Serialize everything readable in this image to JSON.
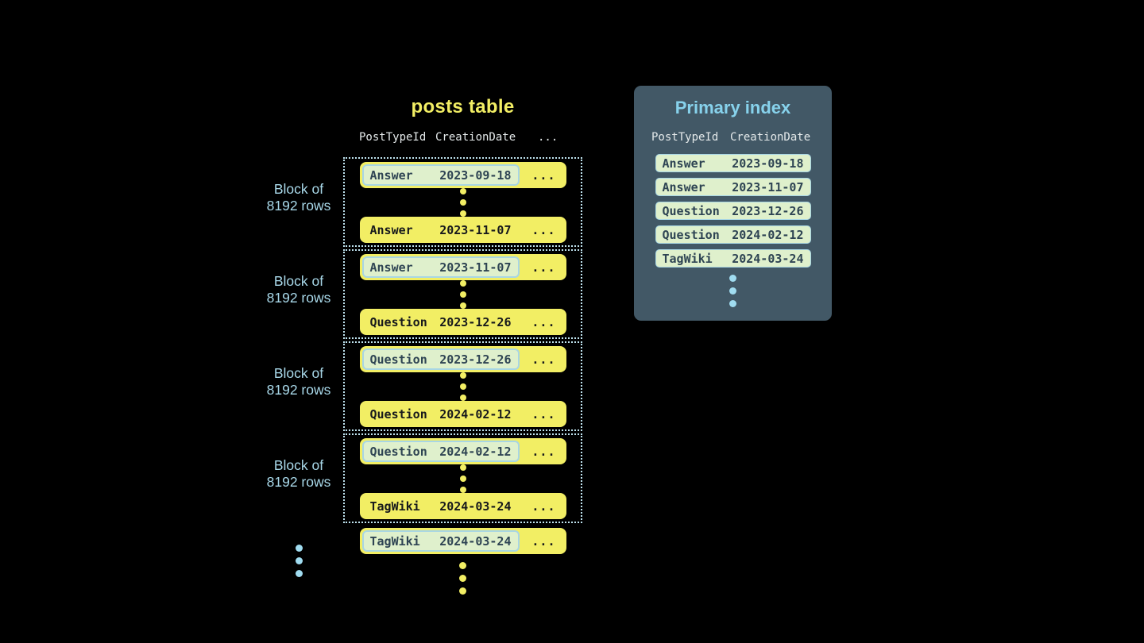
{
  "colors": {
    "background": "#000000",
    "yellow": "#f2ee64",
    "green_fill": "#dff0cc",
    "capsule_border": "#a8d6e4",
    "dark_text": "#17191c",
    "highlight_text": "#2e4453",
    "panel_bg": "#425866",
    "panel_title": "#87d2ec",
    "label_blue": "#a9d9ea",
    "header_text": "#e4e9ea",
    "dotted_border": "#bfe3ef",
    "blue_dot": "#a0dcf0"
  },
  "posts_table": {
    "title": "posts table",
    "headers": {
      "col1": "PostTypeId",
      "col2": "CreationDate",
      "col3": "..."
    },
    "block_label": {
      "line1": "Block of",
      "line2": "8192 rows"
    },
    "ellipsis": "...",
    "blocks": [
      {
        "first": {
          "type": "Answer",
          "date": "2023-09-18"
        },
        "last": {
          "type": "Answer",
          "date": "2023-11-07"
        }
      },
      {
        "first": {
          "type": "Answer",
          "date": "2023-11-07"
        },
        "last": {
          "type": "Question",
          "date": "2023-12-26"
        }
      },
      {
        "first": {
          "type": "Question",
          "date": "2023-12-26"
        },
        "last": {
          "type": "Question",
          "date": "2024-02-12"
        }
      },
      {
        "first": {
          "type": "Question",
          "date": "2024-02-12"
        },
        "last": {
          "type": "TagWiki",
          "date": "2024-03-24"
        }
      }
    ],
    "tail_row": {
      "type": "TagWiki",
      "date": "2024-03-24"
    }
  },
  "primary_index": {
    "title": "Primary index",
    "headers": {
      "col1": "PostTypeId",
      "col2": "CreationDate"
    },
    "rows": [
      {
        "type": "Answer",
        "date": "2023-09-18"
      },
      {
        "type": "Answer",
        "date": "2023-11-07"
      },
      {
        "type": "Question",
        "date": "2023-12-26"
      },
      {
        "type": "Question",
        "date": "2024-02-12"
      },
      {
        "type": "TagWiki",
        "date": "2024-03-24"
      }
    ]
  }
}
